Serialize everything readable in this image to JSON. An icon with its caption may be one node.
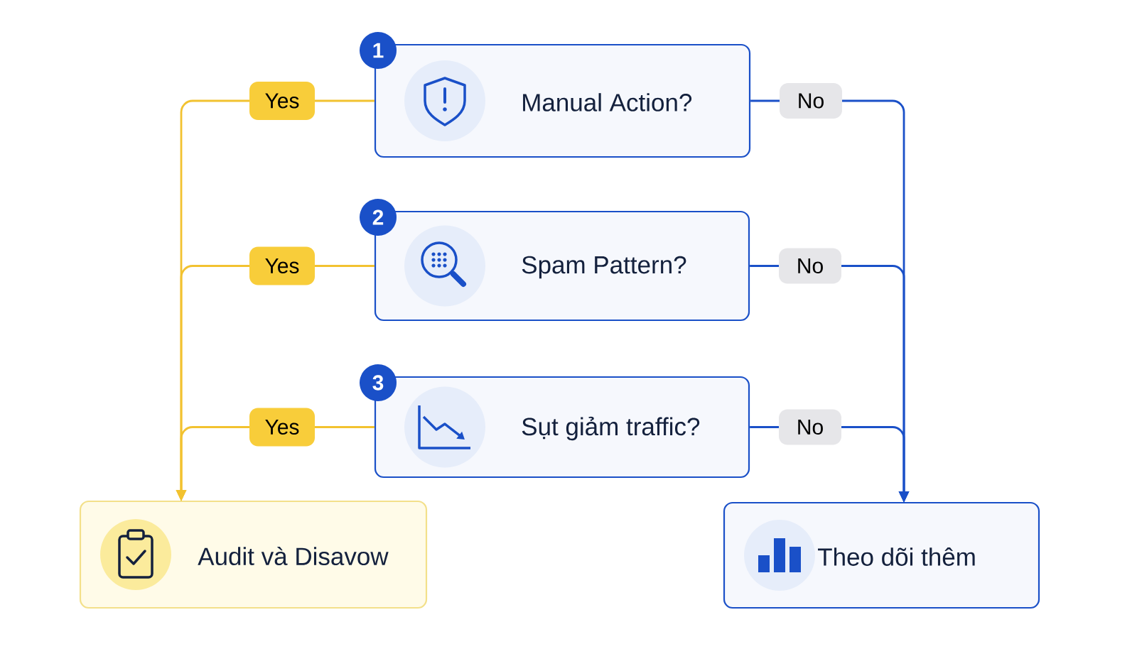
{
  "diagram": {
    "nodes": [
      {
        "text": [
          "1",
          "Manual Action?"
        ]
      },
      {
        "text": [
          "2",
          "Spam Pattern?"
        ]
      },
      {
        "text": [
          "3",
          "Sụt giảm traffic?"
        ]
      },
      {
        "text": [
          "Audit và Disavow"
        ]
      },
      {
        "text": [
          "Theo dõi thêm"
        ]
      }
    ],
    "edges": [
      {
        "from": 0,
        "to": 3,
        "arrow": "to",
        "label": "Yes",
        "color": "#f2c230"
      },
      {
        "from": 1,
        "to": 3,
        "arrow": "to",
        "label": "Yes",
        "color": "#f2c230"
      },
      {
        "from": 2,
        "to": 3,
        "arrow": "to",
        "label": "Yes",
        "color": "#f2c230"
      },
      {
        "from": 0,
        "to": 4,
        "arrow": "to",
        "label": "No",
        "color": "#1a50c8"
      },
      {
        "from": 1,
        "to": 4,
        "arrow": "to",
        "label": "No",
        "color": "#1a50c8"
      },
      {
        "from": 2,
        "to": 4,
        "arrow": "to",
        "label": "No",
        "color": "#1a50c8"
      }
    ]
  }
}
